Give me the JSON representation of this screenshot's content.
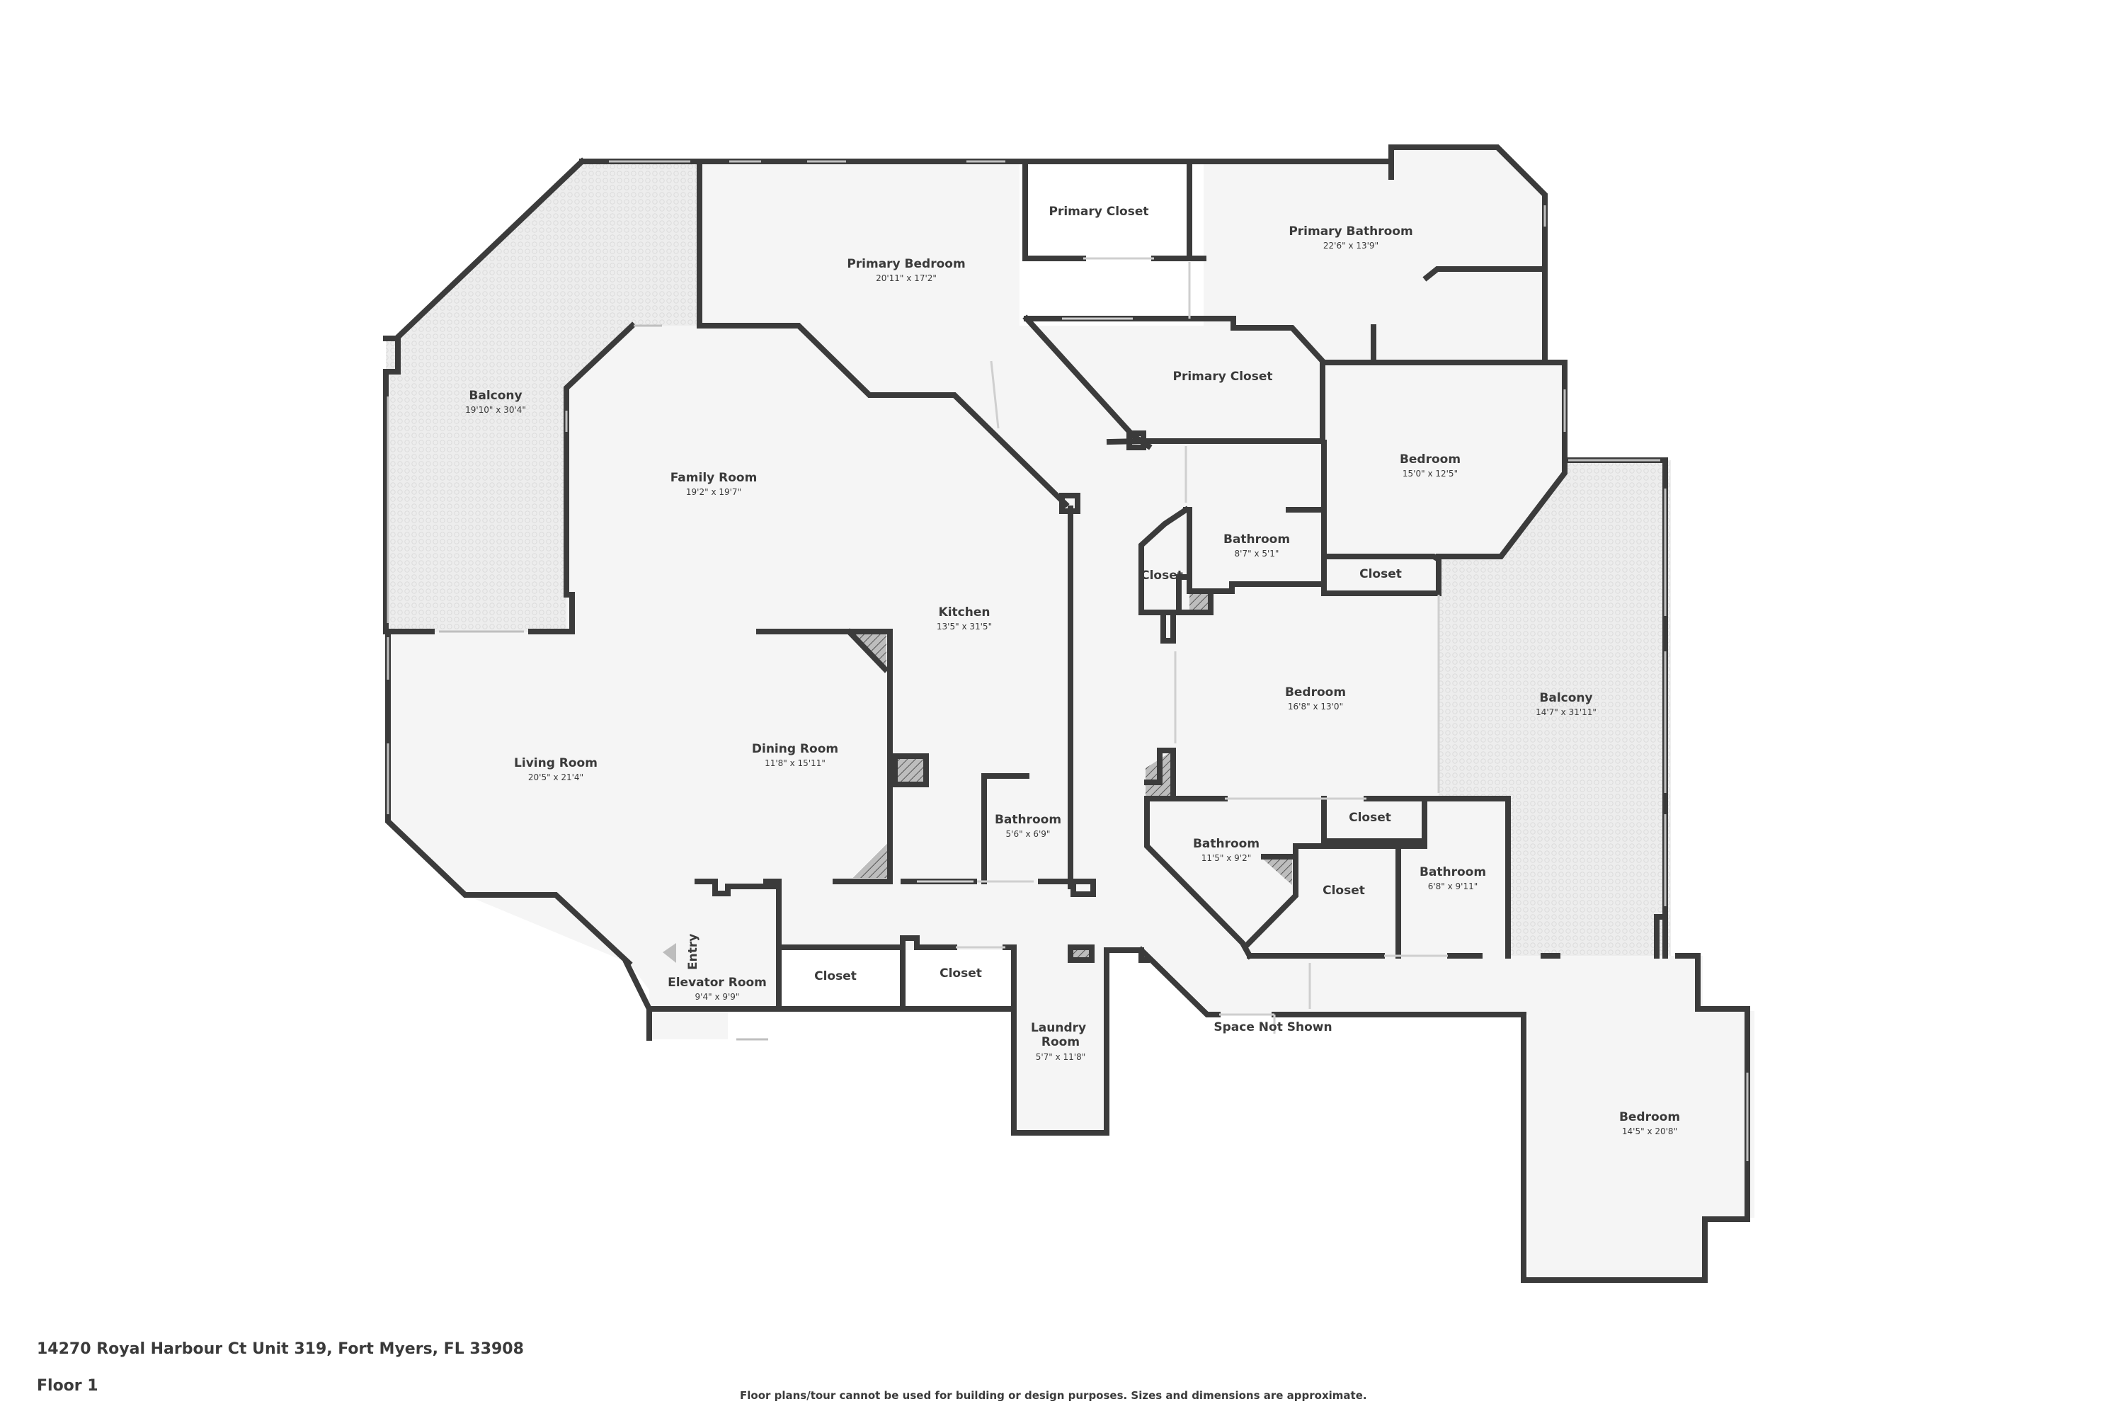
{
  "plan": {
    "rooms": [
      {
        "key": "balcony_left",
        "name": "Balcony",
        "dim": "19'10\" x 30'4\""
      },
      {
        "key": "family_room",
        "name": "Family Room",
        "dim": "19'2\" x 19'7\""
      },
      {
        "key": "primary_bedroom",
        "name": "Primary Bedroom",
        "dim": "20'11\" x 17'2\""
      },
      {
        "key": "primary_closet_top",
        "name": "Primary Closet",
        "dim": ""
      },
      {
        "key": "primary_bathroom",
        "name": "Primary Bathroom",
        "dim": "22'6\" x 13'9\""
      },
      {
        "key": "primary_closet_mid",
        "name": "Primary Closet",
        "dim": ""
      },
      {
        "key": "bedroom_upper",
        "name": "Bedroom",
        "dim": "15'0\" x 12'5\""
      },
      {
        "key": "bathroom_small",
        "name": "Bathroom",
        "dim": "8'7\" x 5'1\""
      },
      {
        "key": "closet_a",
        "name": "Closet",
        "dim": ""
      },
      {
        "key": "closet_b",
        "name": "Closet",
        "dim": ""
      },
      {
        "key": "kitchen",
        "name": "Kitchen",
        "dim": "13'5\" x 31'5\""
      },
      {
        "key": "bedroom_middle",
        "name": "Bedroom",
        "dim": "16'8\" x 13'0\""
      },
      {
        "key": "balcony_right",
        "name": "Balcony",
        "dim": "14'7\" x 31'11\""
      },
      {
        "key": "living_room",
        "name": "Living Room",
        "dim": "20'5\" x 21'4\""
      },
      {
        "key": "dining_room",
        "name": "Dining Room",
        "dim": "11'8\" x 15'11\""
      },
      {
        "key": "bathroom_center",
        "name": "Bathroom",
        "dim": "5'6\" x 6'9\""
      },
      {
        "key": "bathroom_lower_left",
        "name": "Bathroom",
        "dim": "11'5\" x 9'2\""
      },
      {
        "key": "closet_c",
        "name": "Closet",
        "dim": ""
      },
      {
        "key": "closet_d",
        "name": "Closet",
        "dim": ""
      },
      {
        "key": "bathroom_lower_right",
        "name": "Bathroom",
        "dim": "6'8\" x 9'11\""
      },
      {
        "key": "elevator_room",
        "name": "Elevator Room",
        "dim": "9'4\" x 9'9\""
      },
      {
        "key": "closet_e",
        "name": "Closet",
        "dim": ""
      },
      {
        "key": "closet_f",
        "name": "Closet",
        "dim": ""
      },
      {
        "key": "laundry_room",
        "name": "Laundry\nRoom",
        "dim": "5'7\" x 11'8\""
      },
      {
        "key": "space_not_shown",
        "name": "Space Not Shown",
        "dim": ""
      },
      {
        "key": "bedroom_lower",
        "name": "Bedroom",
        "dim": "14'5\" x 20'8\""
      }
    ],
    "entry_label": "Entry"
  },
  "footer": {
    "address": "14270 Royal Harbour Ct Unit 319, Fort Myers, FL 33908",
    "floor": "Floor 1",
    "disclaimer": "Floor plans/tour cannot be used for building or design purposes. Sizes and dimensions are approximate."
  },
  "colors": {
    "wall": "#3b3b3b",
    "floor": "#f5f5f5",
    "balcony": "#ececec",
    "text": "#3a3a3a"
  }
}
